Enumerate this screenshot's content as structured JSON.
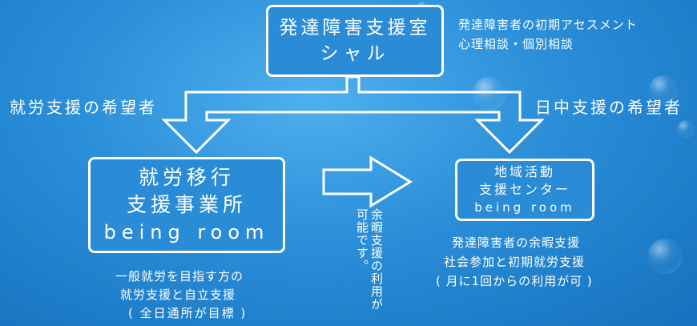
{
  "top_box": {
    "line1": "発達障害支援室",
    "line2": "シャル",
    "note_line1": "発達障害者の初期アセスメント",
    "note_line2": "心理相談・個別相談"
  },
  "branch_left_label": "就労支援の希望者",
  "branch_right_label": "日中支援の希望者",
  "left_box": {
    "line1": "就労移行",
    "line2": "支援事業所",
    "line3": "being room",
    "desc_line1": "一般就労を目指す方の",
    "desc_line2": "就労支援と自立支援",
    "desc_line3": "( 全日通所が目標 )"
  },
  "middle_note": {
    "col1": "余暇支援の利用が",
    "col2": "可能です。"
  },
  "right_box": {
    "line1": "地域活動",
    "line2": "支援センター",
    "line3": "being room",
    "desc_line1": "発達障害者の余暇支援",
    "desc_line2": "社会参加と初期就労支援",
    "desc_line3": "( 月に1回からの利用が可 )"
  }
}
